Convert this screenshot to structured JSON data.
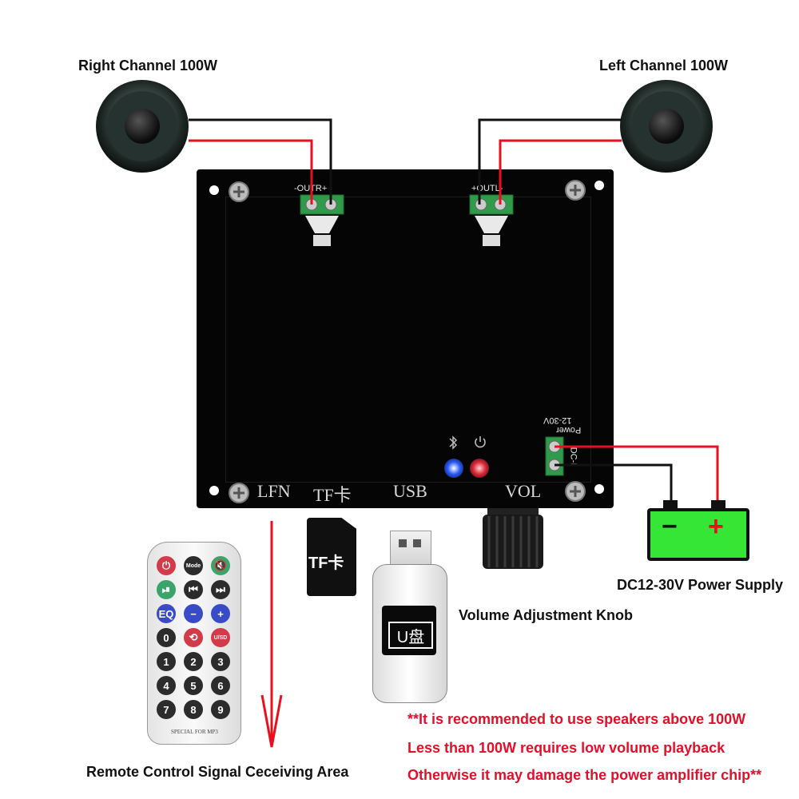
{
  "labels": {
    "right_channel": "Right Channel 100W",
    "left_channel": "Left Channel 100W",
    "power_supply": "DC12-30V Power Supply",
    "volume_knob": "Volume Adjustment Knob",
    "remote_area": "Remote Control Signal Ceceiving Area"
  },
  "warnings": [
    "**It is recommended to use speakers above 100W",
    "Less than 100W requires low volume playback",
    "Otherwise it may damage the power amplifier chip**"
  ],
  "board": {
    "out_r": "-OUTR+",
    "out_l": "+OUTL-",
    "power_label": "Power",
    "power_range": "12-30V",
    "dc_label": "DC-I",
    "bottom_labels": [
      "LFN",
      "TF卡",
      "USB",
      "VOL"
    ],
    "bluetooth_icon": "bluetooth-icon",
    "power_icon": "power-icon"
  },
  "battery": {
    "minus": "−",
    "plus": "+"
  },
  "tf_card": {
    "text": "TF卡"
  },
  "usb_drive": {
    "text": "U盘"
  },
  "remote": {
    "rows": [
      [
        "⏻",
        "Mode",
        "🔇"
      ],
      [
        "⏯",
        "⏮",
        "⏭"
      ],
      [
        "EQ",
        "−",
        "+"
      ],
      [
        "0",
        "⟲",
        "U/SD"
      ],
      [
        "1",
        "2",
        "3"
      ],
      [
        "4",
        "5",
        "6"
      ],
      [
        "7",
        "8",
        "9"
      ]
    ],
    "footer": "SPECIAL FOR MP3"
  },
  "colors": {
    "wire_red": "#e8101e",
    "wire_black": "#111111",
    "terminal_green": "#2f9a4a",
    "battery_green": "#35e636",
    "warning_red": "#e0102a"
  }
}
